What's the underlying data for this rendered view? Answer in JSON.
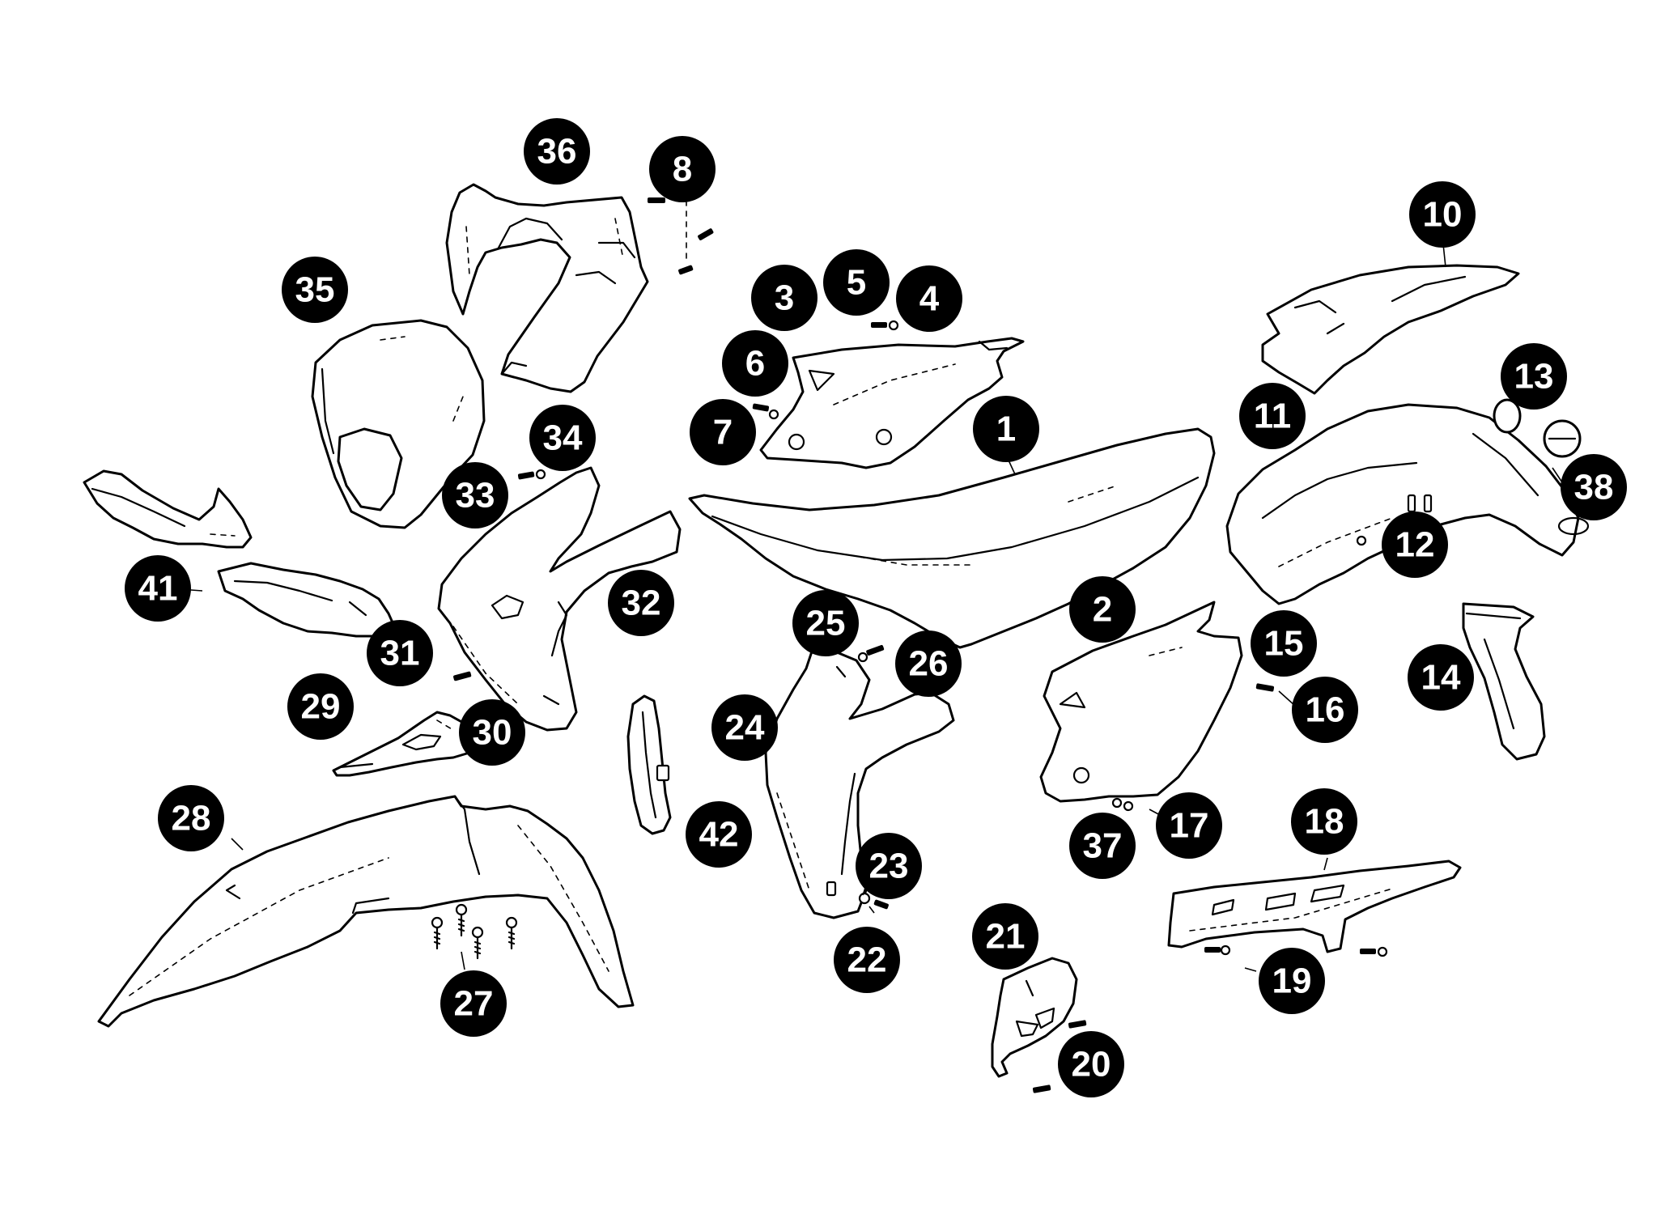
{
  "callouts": [
    {
      "label": "1",
      "part": "seat"
    },
    {
      "label": "2",
      "part": "seat"
    },
    {
      "label": "3",
      "part": "right-side-panel-hardware"
    },
    {
      "label": "4",
      "part": "right-side-panel-hardware"
    },
    {
      "label": "5",
      "part": "right-side-panel-hardware"
    },
    {
      "label": "6",
      "part": "right-side-panel"
    },
    {
      "label": "7",
      "part": "right-side-panel-hardware"
    },
    {
      "label": "8",
      "part": "headlight-hardware"
    },
    {
      "label": "10",
      "part": "rear-fender-upper"
    },
    {
      "label": "11",
      "part": "rear-fender"
    },
    {
      "label": "12",
      "part": "rear-fender-hardware"
    },
    {
      "label": "13",
      "part": "rear-fender-cap"
    },
    {
      "label": "14",
      "part": "mud-flap"
    },
    {
      "label": "15",
      "part": "left-side-panel-hardware"
    },
    {
      "label": "16",
      "part": "left-side-panel-hardware"
    },
    {
      "label": "17",
      "part": "left-side-panel-hardware"
    },
    {
      "label": "18",
      "part": "chain-guard"
    },
    {
      "label": "19",
      "part": "chain-guard-hardware"
    },
    {
      "label": "20",
      "part": "sprocket-cover-hardware"
    },
    {
      "label": "21",
      "part": "sprocket-cover"
    },
    {
      "label": "22",
      "part": "radiator-shroud-hardware"
    },
    {
      "label": "23",
      "part": "radiator-shroud-hardware"
    },
    {
      "label": "24",
      "part": "radiator-shroud-right"
    },
    {
      "label": "25",
      "part": "radiator-shroud-hardware"
    },
    {
      "label": "26",
      "part": "radiator-shroud-hardware"
    },
    {
      "label": "27",
      "part": "front-fender-bolts"
    },
    {
      "label": "28",
      "part": "front-fender"
    },
    {
      "label": "29",
      "part": "fork-guard"
    },
    {
      "label": "30",
      "part": "fork-guard"
    },
    {
      "label": "31",
      "part": "radiator-shroud-hardware"
    },
    {
      "label": "32",
      "part": "radiator-shroud-left"
    },
    {
      "label": "33",
      "part": "headlight-hardware"
    },
    {
      "label": "34",
      "part": "headlight-hardware"
    },
    {
      "label": "35",
      "part": "headlight-mask"
    },
    {
      "label": "36",
      "part": "headlight-housing"
    },
    {
      "label": "37",
      "part": "left-side-panel-hardware"
    },
    {
      "label": "38",
      "part": "rear-fender-hardware"
    },
    {
      "label": "41",
      "part": "hand-guard"
    },
    {
      "label": "42",
      "part": "fork-protector"
    }
  ]
}
